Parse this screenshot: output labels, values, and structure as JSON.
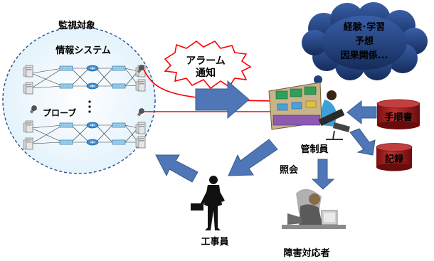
{
  "labels": {
    "monitored_target": "監視対象",
    "info_system": "情報システム",
    "probe": "プローブ",
    "alarm_line1": "アラーム",
    "alarm_line2": "通知",
    "thought_line1": "経験･学習",
    "thought_line2": "予想",
    "thought_line3": "因果関係...",
    "operator": "管制員",
    "procedure_book": "手順書",
    "record": "記録",
    "inquiry": "照会",
    "worker": "工事員",
    "responder": "障害対応者"
  },
  "colors": {
    "cloud_fill": "#1f3f7a",
    "alarm_text": "#ff0000",
    "alarm_line": "#ff0000",
    "arrow_fill": "#4f77b7",
    "arrow_stroke": "#385d8a",
    "cylinder": "#a52a2a",
    "network_fill": "#eaf5ff"
  }
}
